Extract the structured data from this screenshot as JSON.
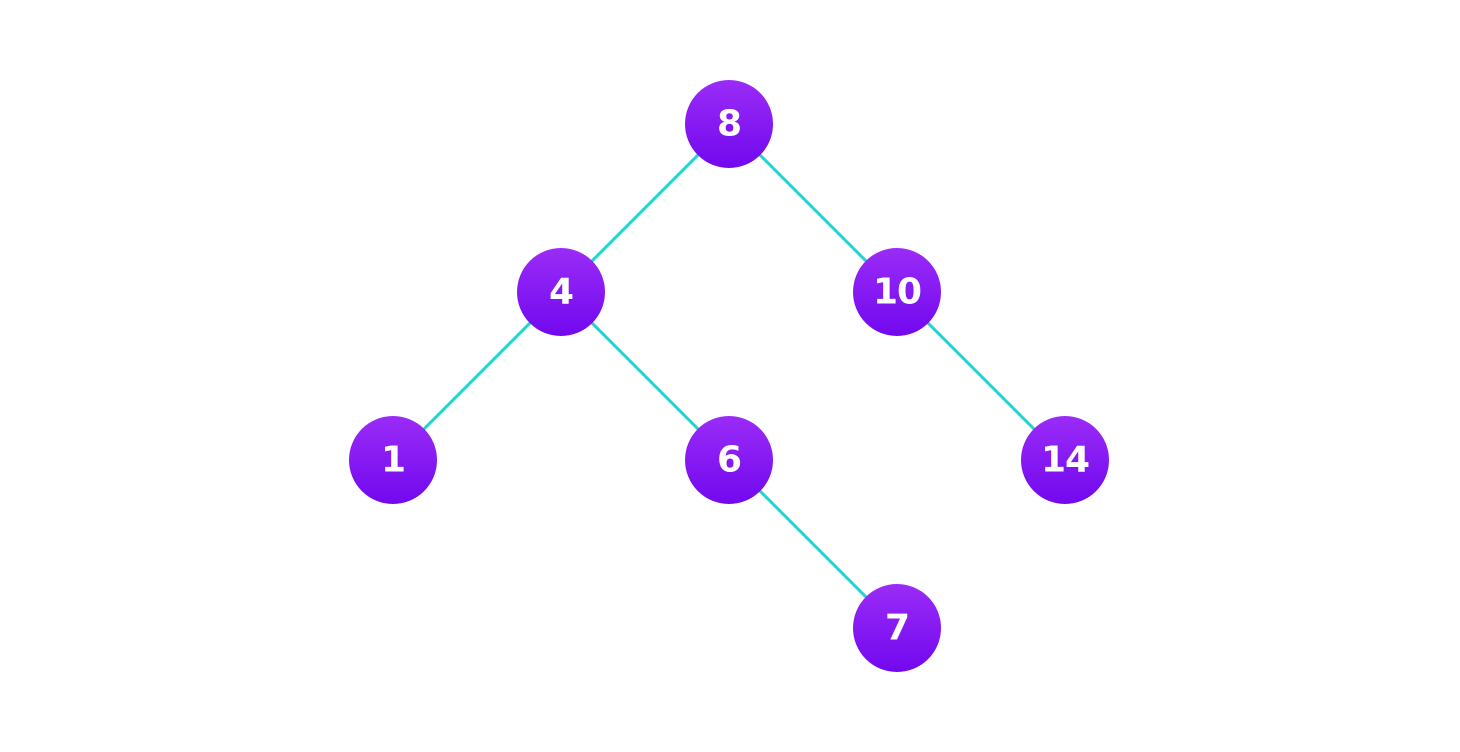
{
  "tree": {
    "root": "8",
    "nodes": [
      {
        "id": "n8",
        "label": "8",
        "parent": null,
        "side": null
      },
      {
        "id": "n4",
        "label": "4",
        "parent": "n8",
        "side": "left"
      },
      {
        "id": "n10",
        "label": "10",
        "parent": "n8",
        "side": "right"
      },
      {
        "id": "n1",
        "label": "1",
        "parent": "n4",
        "side": "left"
      },
      {
        "id": "n6",
        "label": "6",
        "parent": "n4",
        "side": "right"
      },
      {
        "id": "n14",
        "label": "14",
        "parent": "n10",
        "side": "right"
      },
      {
        "id": "n7",
        "label": "7",
        "parent": "n6",
        "side": "right"
      }
    ]
  },
  "colors": {
    "node_top": "#9a2cf7",
    "node_bottom": "#7208ee",
    "edge": "#1ed6d0",
    "label": "#ffffff"
  }
}
